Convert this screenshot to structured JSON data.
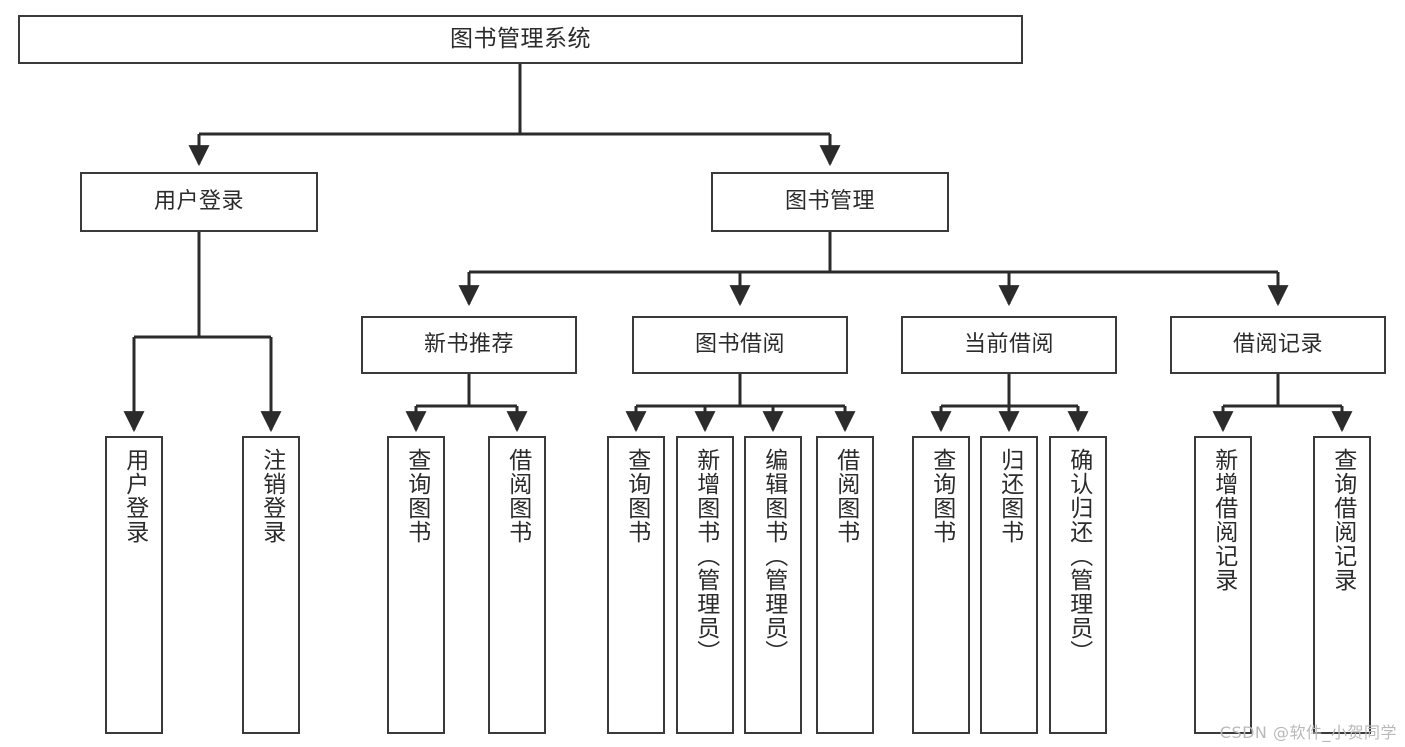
{
  "diagram": {
    "type": "tree-hierarchy",
    "title": "图书管理系统",
    "watermark": "CSDN @软件_小贺同学",
    "colors": {
      "background": "#ffffff",
      "box_border": "#3a3a3a",
      "box_fill": "#ffffff",
      "connector": "#2b2b2b",
      "text": "#2b2b2b",
      "watermark": "#b9b9b9"
    },
    "nodes": {
      "root": {
        "label": "图书管理系统",
        "orientation": "horizontal"
      },
      "level1": [
        {
          "id": "user-login",
          "label": "用户登录",
          "orientation": "horizontal"
        },
        {
          "id": "book-manage",
          "label": "图书管理",
          "orientation": "horizontal"
        }
      ],
      "level2": [
        {
          "id": "new-book-recommend",
          "label": "新书推荐",
          "orientation": "horizontal",
          "parent": "book-manage"
        },
        {
          "id": "book-borrow",
          "label": "图书借阅",
          "orientation": "horizontal",
          "parent": "book-manage"
        },
        {
          "id": "current-borrow",
          "label": "当前借阅",
          "orientation": "horizontal",
          "parent": "book-manage"
        },
        {
          "id": "borrow-record",
          "label": "借阅记录",
          "orientation": "horizontal",
          "parent": "book-manage"
        }
      ],
      "leaves": [
        {
          "id": "leaf-user-login",
          "label": "用户登录",
          "orientation": "vertical",
          "parent": "user-login"
        },
        {
          "id": "leaf-user-logout",
          "label": "注销登录",
          "orientation": "vertical",
          "parent": "user-login"
        },
        {
          "id": "leaf-query-book-1",
          "label": "查询图书",
          "orientation": "vertical",
          "parent": "new-book-recommend"
        },
        {
          "id": "leaf-borrow-book-1",
          "label": "借阅图书",
          "orientation": "vertical",
          "parent": "new-book-recommend"
        },
        {
          "id": "leaf-query-book-2",
          "label": "查询图书",
          "orientation": "vertical",
          "parent": "book-borrow"
        },
        {
          "id": "leaf-add-book",
          "label": "新增图书（管理员）",
          "orientation": "vertical",
          "parent": "book-borrow"
        },
        {
          "id": "leaf-edit-book",
          "label": "编辑图书（管理员）",
          "orientation": "vertical",
          "parent": "book-borrow"
        },
        {
          "id": "leaf-borrow-book-2",
          "label": "借阅图书",
          "orientation": "vertical",
          "parent": "book-borrow"
        },
        {
          "id": "leaf-query-book-3",
          "label": "查询图书",
          "orientation": "vertical",
          "parent": "current-borrow"
        },
        {
          "id": "leaf-return-book",
          "label": "归还图书",
          "orientation": "vertical",
          "parent": "current-borrow"
        },
        {
          "id": "leaf-confirm-return",
          "label": "确认归还（管理员）",
          "orientation": "vertical",
          "parent": "current-borrow"
        },
        {
          "id": "leaf-add-record",
          "label": "新增借阅记录",
          "orientation": "vertical",
          "parent": "borrow-record"
        },
        {
          "id": "leaf-query-record",
          "label": "查询借阅记录",
          "orientation": "vertical",
          "parent": "borrow-record"
        }
      ]
    }
  }
}
